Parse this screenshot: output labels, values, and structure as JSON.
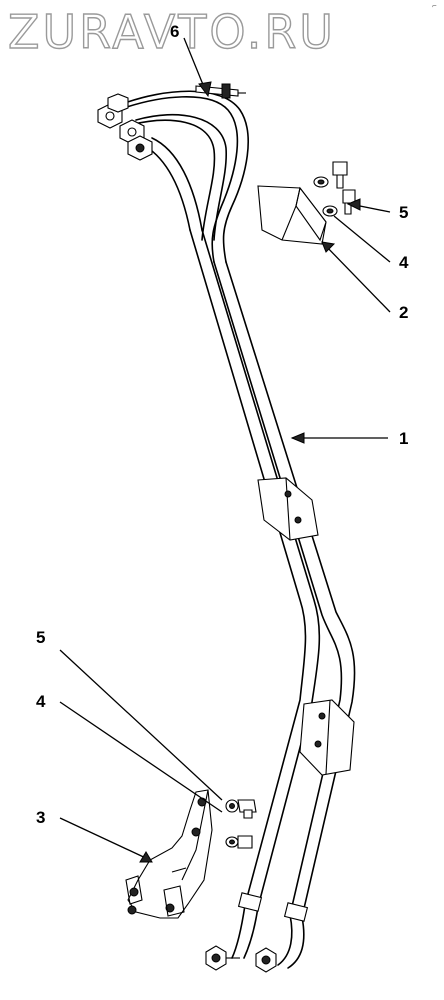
{
  "watermark": "ZURAVTO.RU",
  "corner_mark": "⌐",
  "callouts": [
    {
      "id": "6",
      "text": "6"
    },
    {
      "id": "5a",
      "text": "5"
    },
    {
      "id": "4a",
      "text": "4"
    },
    {
      "id": "2",
      "text": "2"
    },
    {
      "id": "1",
      "text": "1"
    },
    {
      "id": "5b",
      "text": "5"
    },
    {
      "id": "4b",
      "text": "4"
    },
    {
      "id": "3",
      "text": "3"
    }
  ]
}
